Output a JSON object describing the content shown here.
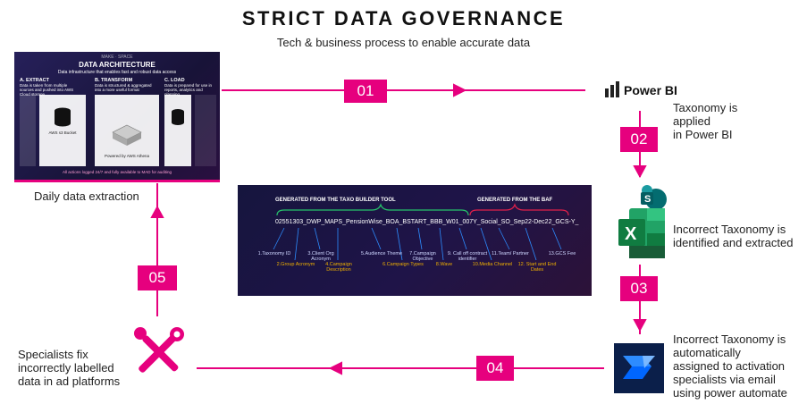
{
  "header": {
    "title": "STRICT DATA GOVERNANCE",
    "subtitle": "Tech & business process to enable accurate data"
  },
  "colors": {
    "accent": "#e6007e",
    "excel": "#1d6f42",
    "automate": "#0066ff",
    "powerbi": "#f2c811"
  },
  "steps": [
    {
      "number": "01"
    },
    {
      "number": "02"
    },
    {
      "number": "03"
    },
    {
      "number": "04"
    },
    {
      "number": "05"
    }
  ],
  "labels": {
    "daily": "Daily data extraction",
    "powerbi_brand": "Power BI",
    "taxonomy_applied": [
      "Taxonomy is",
      "applied",
      "in Power BI"
    ],
    "incorrect_identified": [
      "Incorrect Taxonomy is",
      "identified and extracted"
    ],
    "incorrect_assigned": [
      "Incorrect Taxonomy is",
      "automatically",
      "assigned to activation",
      "specialists via email",
      "using power automate"
    ],
    "specialists": [
      "Specialists fix",
      "incorrectly labelled",
      "data in ad platforms"
    ]
  },
  "architecture": {
    "brand": "MAKE · SPACE",
    "title": "DATA ARCHITECTURE",
    "subtitle": "Data infrastructure that enables fast and robust data access",
    "extract_title": "A. EXTRACT",
    "extract_text": "Data is taken from multiple sources and pushed into AWS Cloud storage",
    "transform_title": "B. TRANSFORM",
    "transform_text": "Data is structured & aggregated into a more useful format",
    "load_title": "C. LOAD",
    "load_text": "Data is prepared for use in reports, analytics and planning",
    "bucket": "AWS s3 Bucket",
    "powered": "Powered by AWS Athena",
    "footer": "All actions logged 24/7 and fully available to MAD for auditing"
  },
  "taxonomy": {
    "group_left": "GENERATED FROM THE TAXO BUILDER TOOL",
    "group_right": "GENERATED FROM THE BAF",
    "string": "02551303_DWP_MAPS_PensionWise_BOA_BSTART_BBB_W01_007Y_Social_SO_Sep22-Dec22_GCS-Y_",
    "fields": [
      {
        "label": "1.Taxonomy ID",
        "color": "w"
      },
      {
        "label": "2.Group Acronym",
        "color": "y"
      },
      {
        "label": "3.Client Org Acronym",
        "color": "w"
      },
      {
        "label": "4.Campaign Description",
        "color": "y"
      },
      {
        "label": "5.Audience Theme",
        "color": "w"
      },
      {
        "label": "6.Campaign Types",
        "color": "y"
      },
      {
        "label": "7.Campaign Objective",
        "color": "w"
      },
      {
        "label": "8.Wave",
        "color": "y"
      },
      {
        "label": "9. Call off contract identifier",
        "color": "w"
      },
      {
        "label": "10.Media Channel",
        "color": "y"
      },
      {
        "label": "11.Team/ Partner",
        "color": "w"
      },
      {
        "label": "12. Start and End Dates",
        "color": "y"
      },
      {
        "label": "13.GCS Fee",
        "color": "w"
      }
    ]
  }
}
